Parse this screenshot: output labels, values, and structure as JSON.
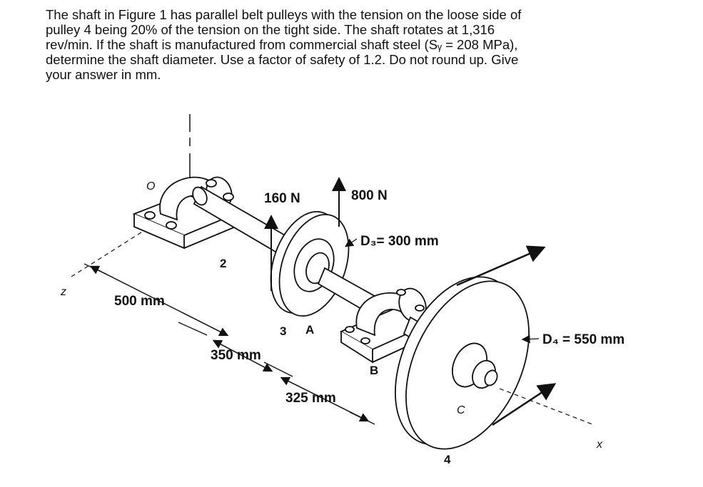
{
  "problem": {
    "lines": [
      "The shaft in Figure 1 has parallel belt pulleys with the tension on the loose side of",
      "pulley 4 being 20% of the tension on the tight side. The shaft rotates at 1,316",
      "rev/min. If the shaft is manufactured from commercial shaft steel (Sᵧ = 208 MPa),",
      "determine the shaft diameter. Use a factor of safety of 1.2. Do not round up. Give",
      "your answer in mm."
    ]
  },
  "figure": {
    "force_small": "160 N",
    "force_large": "800 N",
    "d3": "D₃= 300 mm",
    "d4": "D₄ = 550 mm",
    "dim_500": "500 mm",
    "dim_350": "350 mm",
    "dim_325": "325 mm",
    "label_o": "O",
    "label_2": "2",
    "label_3": "3",
    "label_a": "A",
    "label_b": "B",
    "label_c": "C",
    "label_4": "4",
    "axis_z": "z",
    "axis_x": "x"
  }
}
